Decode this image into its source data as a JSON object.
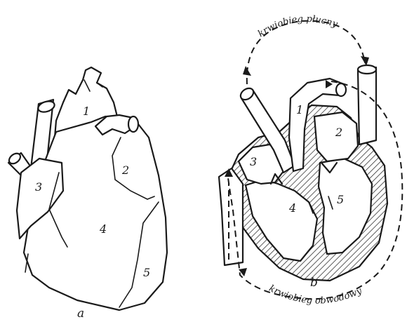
{
  "figure_a": {
    "caption": "a",
    "labels": [
      "1",
      "2",
      "3",
      "4",
      "5"
    ]
  },
  "figure_b": {
    "caption": "b",
    "labels": [
      "1",
      "2",
      "3",
      "4",
      "5"
    ],
    "pulmonary_circulation": "krwiobieg płucny",
    "systemic_circulation": "krwiobieg obwodowy"
  }
}
